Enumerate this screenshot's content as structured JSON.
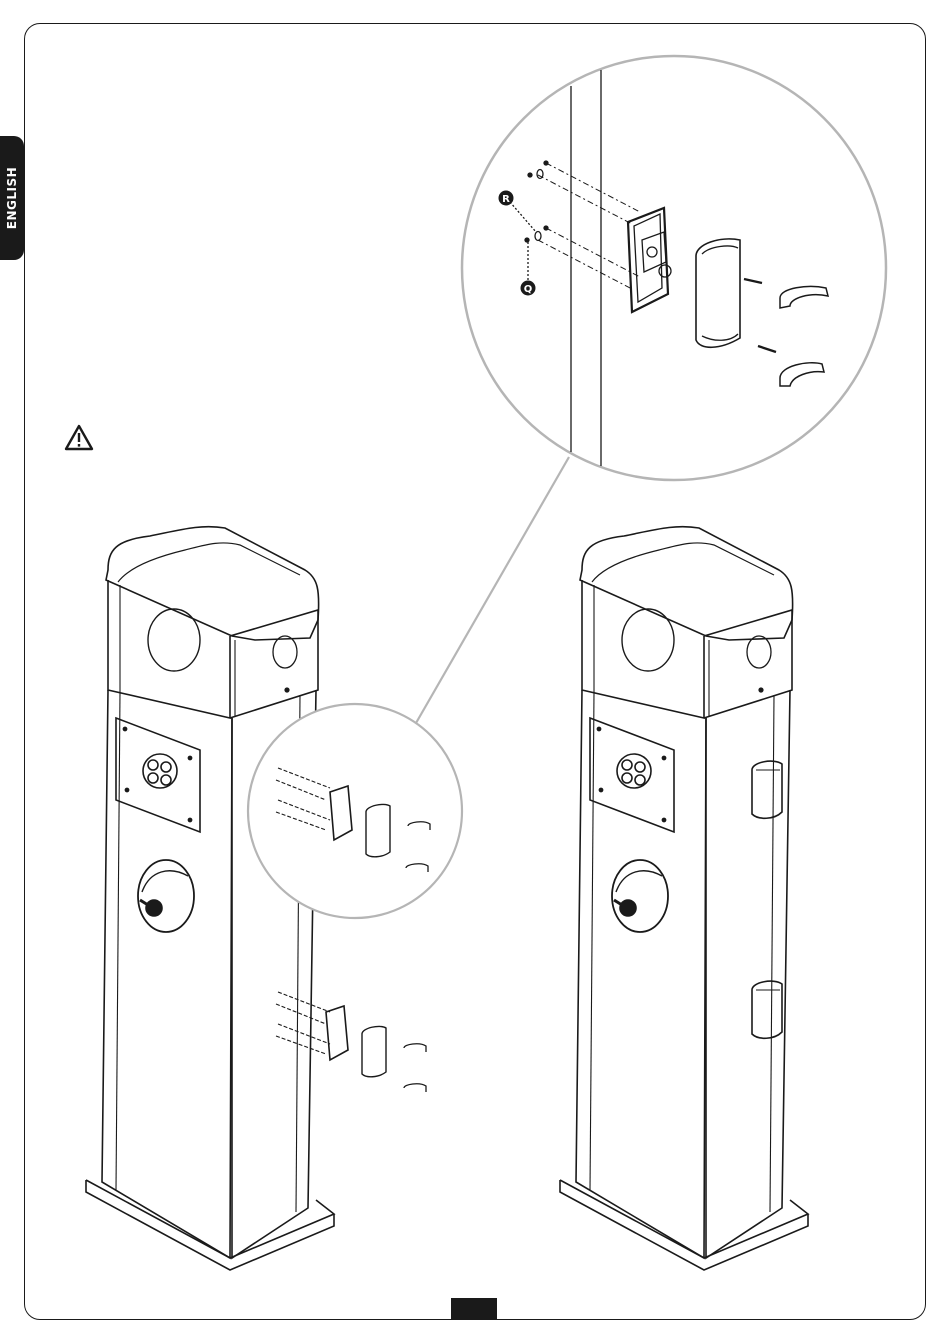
{
  "sidebar": {
    "language_label": "ENGLISH"
  },
  "detail": {
    "callout_r": "R",
    "callout_q": "Q"
  },
  "colors": {
    "ink": "#1a1a1a",
    "zoom_circle": "#b5b5b5",
    "background": "#ffffff"
  },
  "icons": {
    "warning": "warning-triangle-icon"
  }
}
